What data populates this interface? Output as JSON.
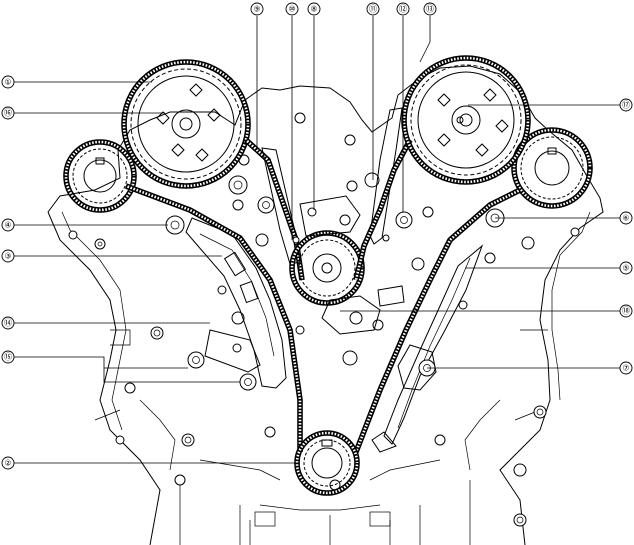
{
  "callouts": [
    {
      "label": "①"
    },
    {
      "label": "⑯"
    },
    {
      "label": "④"
    },
    {
      "label": "③"
    },
    {
      "label": "⑭"
    },
    {
      "label": "⑮"
    },
    {
      "label": "②"
    },
    {
      "label": "⑨"
    },
    {
      "label": "⑩"
    },
    {
      "label": "⑧"
    },
    {
      "label": "⑪"
    },
    {
      "label": "⑫"
    },
    {
      "label": "⑬"
    },
    {
      "label": "⑰"
    },
    {
      "label": "⑥"
    },
    {
      "label": "⑤"
    },
    {
      "label": "⑱"
    },
    {
      "label": "⑦"
    }
  ]
}
